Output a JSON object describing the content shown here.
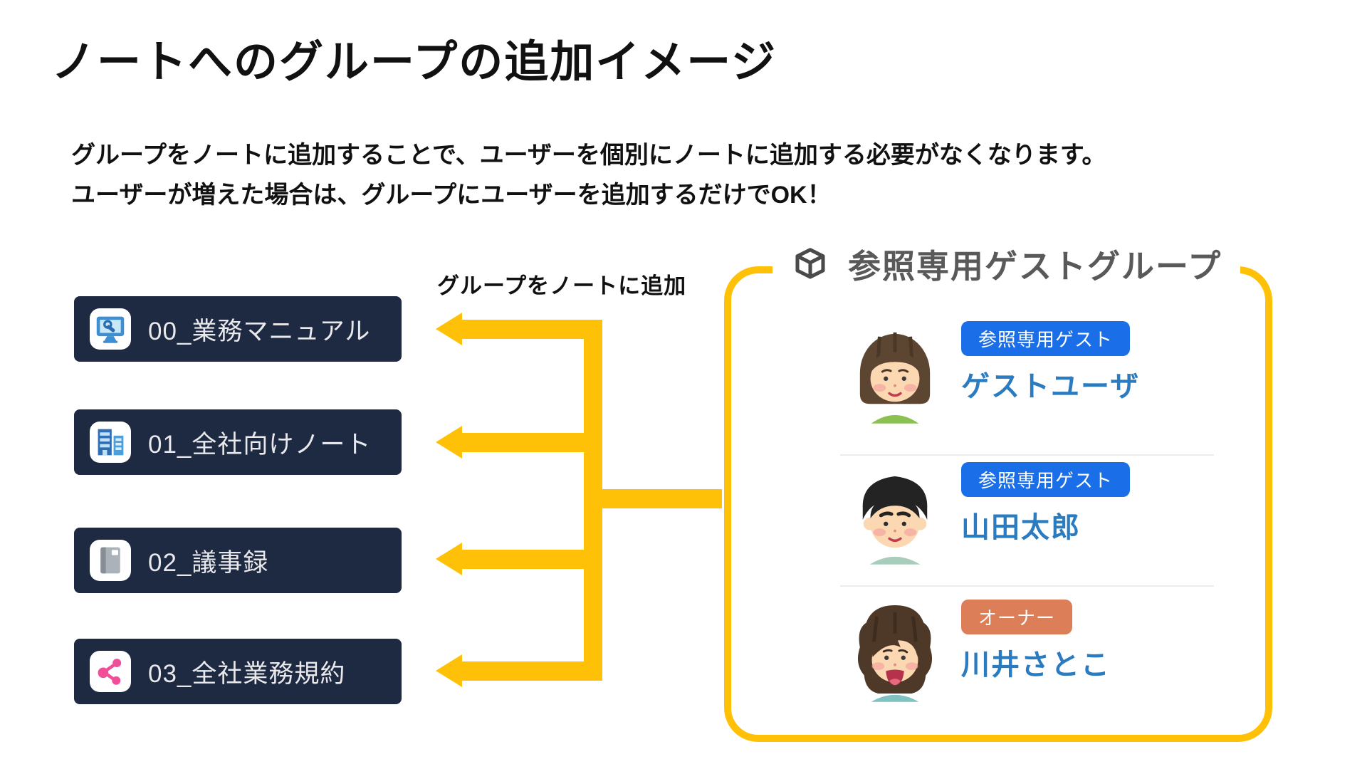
{
  "page": {
    "title": "ノートへのグループの追加イメージ",
    "description_line1": "グループをノートに追加することで、ユーザーを個別にノートに追加する必要がなくなります。",
    "description_line2": "ユーザーが増えた場合は、グループにユーザーを追加するだけでOK！"
  },
  "arrow_label": "グループをノートに追加",
  "notes": [
    {
      "label": "00_業務マニュアル",
      "icon": "monitor-wrench-icon"
    },
    {
      "label": "01_全社向けノート",
      "icon": "office-building-icon"
    },
    {
      "label": "02_議事録",
      "icon": "notebook-icon"
    },
    {
      "label": "03_全社業務規約",
      "icon": "share-icon"
    }
  ],
  "group": {
    "title": "参照専用ゲストグループ",
    "icon": "cube-icon",
    "members": [
      {
        "name": "ゲストユーザ",
        "badge": "参照専用ゲスト",
        "badge_color": "#1A6FE8",
        "avatar": "woman-bob-avatar"
      },
      {
        "name": "山田太郎",
        "badge": "参照専用ゲスト",
        "badge_color": "#1A6FE8",
        "avatar": "man-avatar"
      },
      {
        "name": "川井さとこ",
        "badge": "オーナー",
        "badge_color": "#DC7E58",
        "avatar": "woman-curly-avatar"
      }
    ]
  },
  "colors": {
    "arrow_yellow": "#FFC107",
    "note_box_navy": "#1E2942",
    "note_text": "#E9E9EC",
    "badge_blue": "#1A6FE8",
    "badge_orange": "#DC7E58",
    "member_name_blue": "#2B7BC0",
    "group_title_gray": "#595959",
    "share_icon_pink": "#F04E98"
  }
}
